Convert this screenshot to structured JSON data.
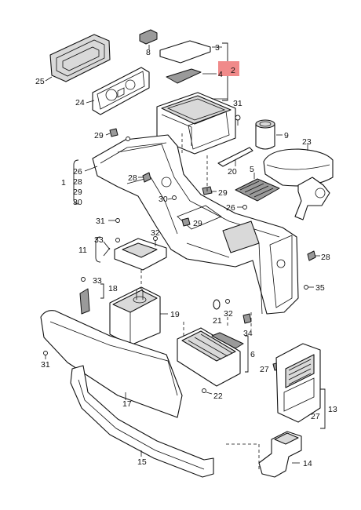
{
  "diagram": {
    "highlight_color": "#f08a8a",
    "callouts": {
      "c25": "25",
      "c24": "24",
      "c8": "8",
      "c3": "3",
      "c4": "4",
      "c2": "2",
      "c31a": "31",
      "c9": "9",
      "c23": "23",
      "c29a": "29",
      "c26": "26",
      "c1": "1",
      "c28a": "28",
      "c29b": "29",
      "c30a": "30",
      "c20": "20",
      "c5": "5",
      "c28b": "28",
      "c29c": "29",
      "c30b": "30",
      "c26b": "26",
      "c31b": "31",
      "c29d": "29",
      "c33a": "33",
      "c32a": "32",
      "c11": "11",
      "c28c": "28",
      "c33b": "33",
      "c18": "18",
      "c35": "35",
      "c19": "19",
      "c21": "21",
      "c32b": "32",
      "c34": "34",
      "c31c": "31",
      "c6": "6",
      "c27a": "27",
      "c22": "22",
      "c17": "17",
      "c13": "13",
      "c27b": "27",
      "c15": "15",
      "c14": "14"
    }
  }
}
